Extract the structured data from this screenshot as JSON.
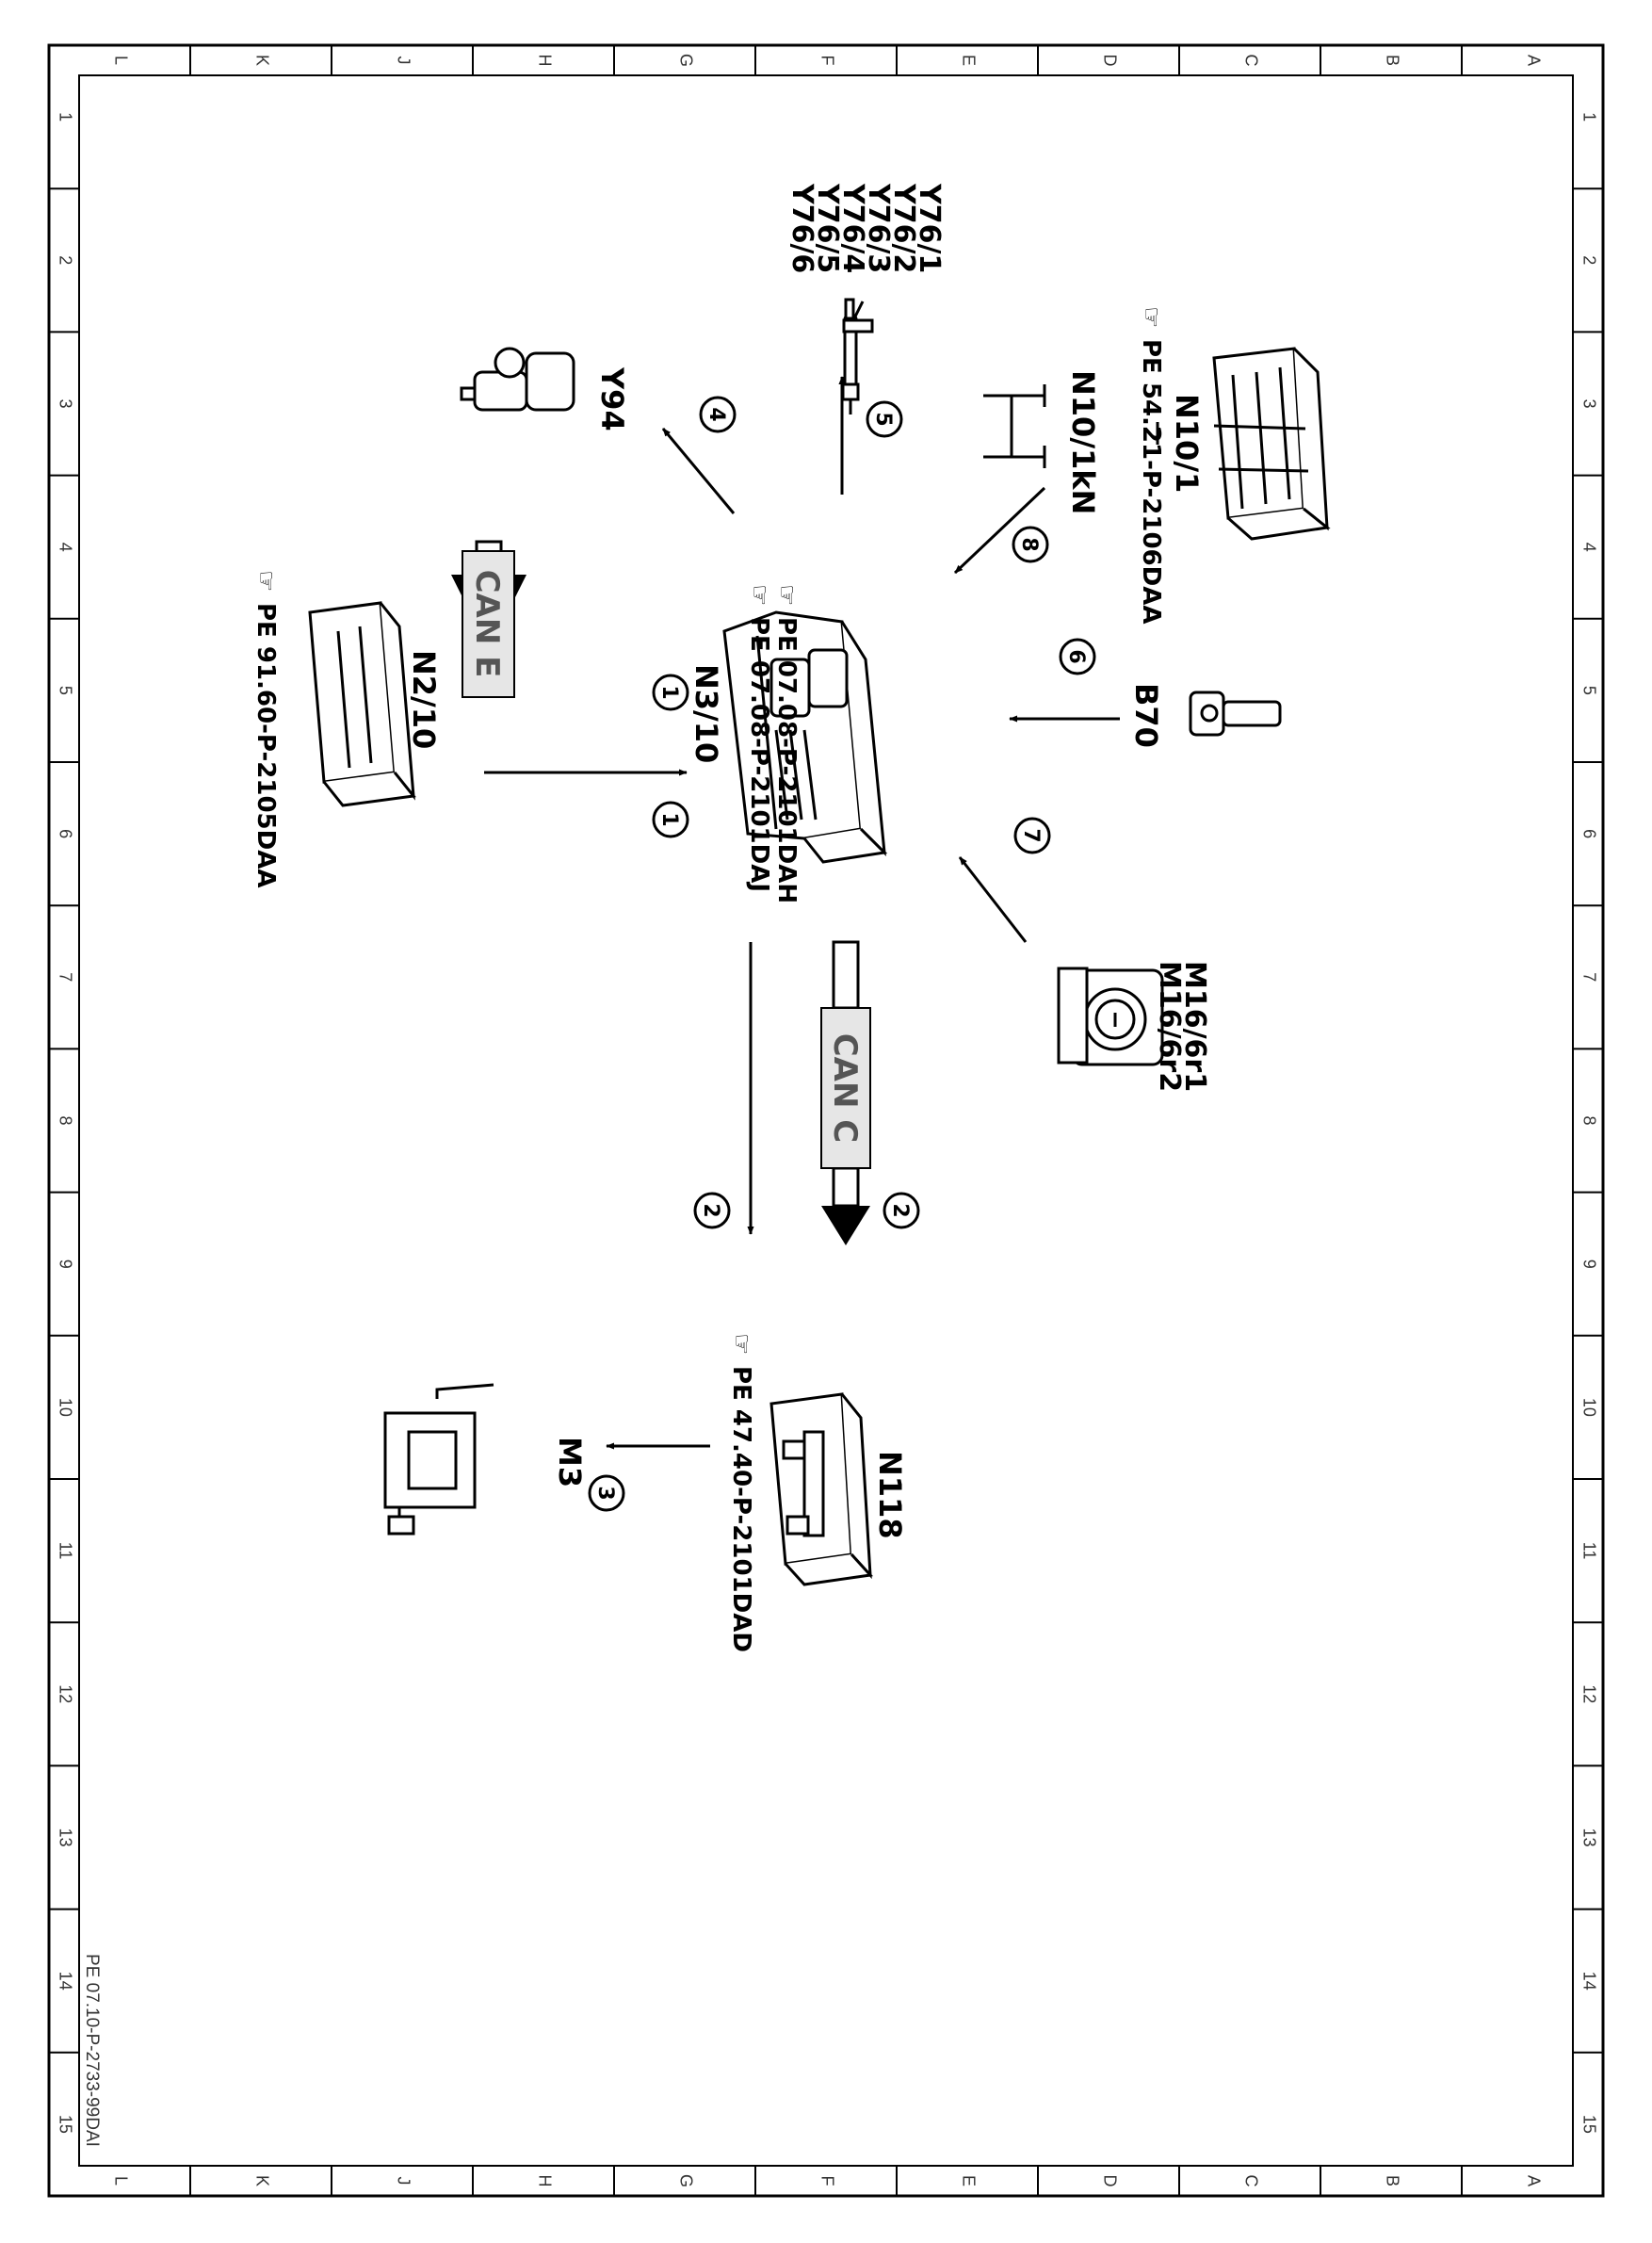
{
  "grid": {
    "columns": [
      "L",
      "K",
      "J",
      "H",
      "G",
      "F",
      "E",
      "D",
      "C",
      "B",
      "A"
    ],
    "rows": [
      "1",
      "2",
      "3",
      "4",
      "5",
      "6",
      "7",
      "8",
      "9",
      "10",
      "11",
      "12",
      "13",
      "14",
      "15"
    ]
  },
  "document_id": "PE 07.10-P-2733-99DAI",
  "components": {
    "n3_10": {
      "label": "N3/10",
      "refs": [
        "PE 07.08-P-2101DAH",
        "PE 07.08-P-2101DAJ"
      ]
    },
    "n10_1": {
      "label": "N10/1",
      "ref": "PE 54.21-P-2106DAA"
    },
    "n10_1kn": {
      "label": "N10/1kN"
    },
    "y76": {
      "labels": [
        "Y76/1",
        "Y76/2",
        "Y76/3",
        "Y76/4",
        "Y76/5",
        "Y76/6"
      ]
    },
    "y94": {
      "label": "Y94"
    },
    "n2_10": {
      "label": "N2/10",
      "ref": "PE 91.60-P-2105DAA"
    },
    "b70": {
      "label": "B70"
    },
    "m16": {
      "labels": [
        "M16/6r1",
        "M16/6r2"
      ]
    },
    "n118": {
      "label": "N118",
      "ref": "PE 47.40-P-2101DAD"
    },
    "m3": {
      "label": "M3"
    }
  },
  "buses": {
    "can_e": "CAN E",
    "can_c": "CAN C"
  },
  "signals": {
    "s1a": "1",
    "s1b": "1",
    "s2a": "2",
    "s2b": "2",
    "s3": "3",
    "s4": "4",
    "s5": "5",
    "s6": "6",
    "s7": "7",
    "s8": "8"
  }
}
